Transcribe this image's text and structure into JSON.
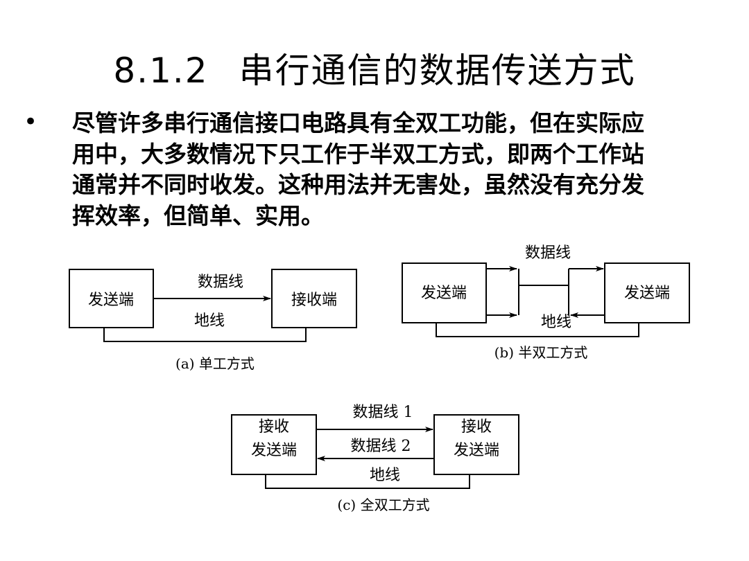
{
  "title": {
    "number": "8.1.2",
    "text": "串行通信的数据传送方式"
  },
  "bullet": {
    "lines": [
      "尽管许多串行通信接口电路具有全双工功能，但在实际应",
      "用中，大多数情况下只工作于半双工方式，即两个工作站",
      "通常并不同时收发。这种用法并无害处，虽然没有充分发",
      "挥效率，但简单、实用。"
    ]
  },
  "diagram_a": {
    "sender": "发送端",
    "receiver": "接收端",
    "data_line": "数据线",
    "ground_line": "地线",
    "caption": "(a)  单工方式"
  },
  "diagram_b": {
    "left_station": "发送端",
    "right_station": "发送端",
    "data_line": "数据线",
    "ground_line": "地线",
    "caption": "(b)  半双工方式"
  },
  "diagram_c": {
    "left_station_line1": "接收",
    "left_station_line2": "发送端",
    "right_station_line1": "接收",
    "right_station_line2": "发送端",
    "data_line_1": "数据线 1",
    "data_line_2": "数据线 2",
    "ground_line": "地线",
    "caption": "(c)  全双工方式"
  }
}
